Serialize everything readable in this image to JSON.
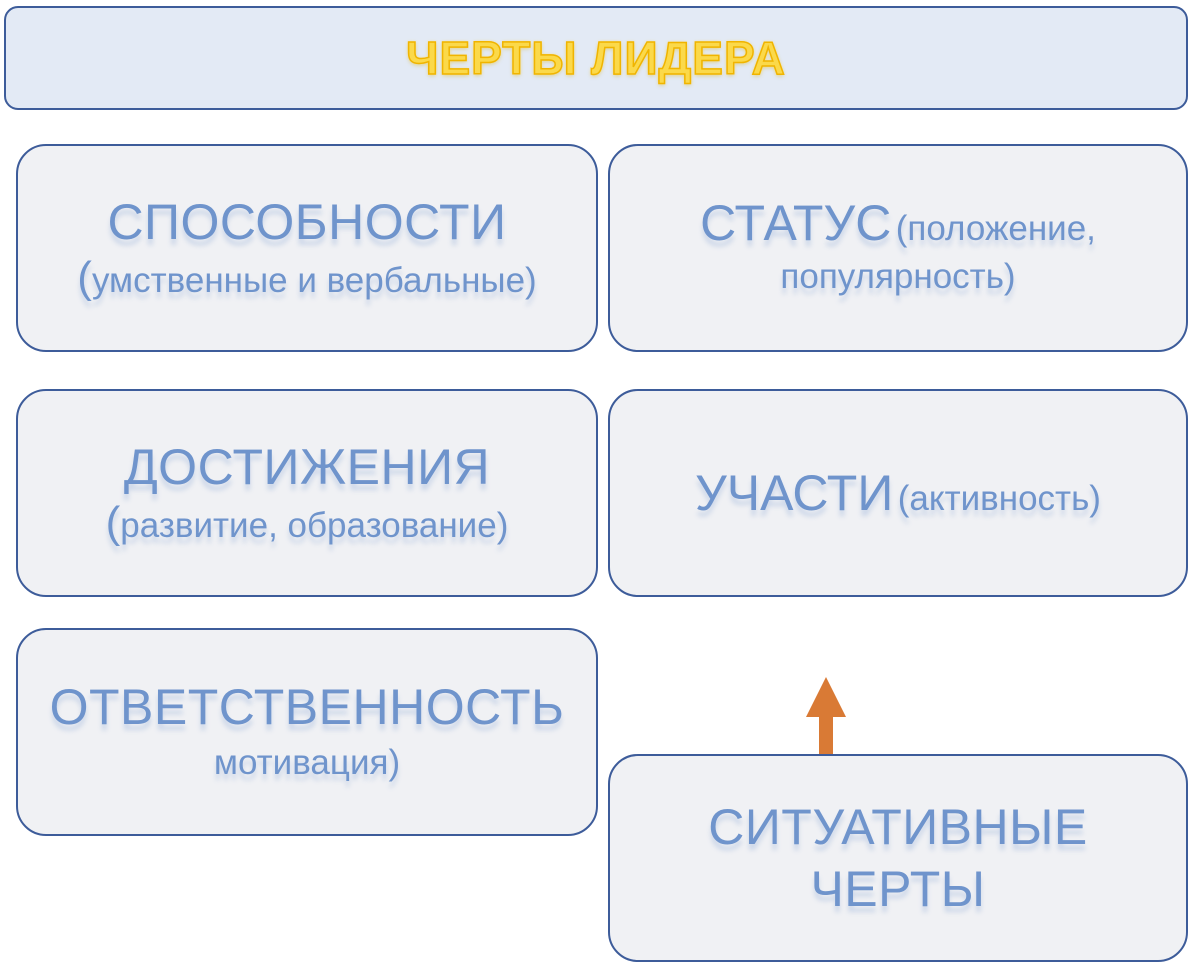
{
  "header": {
    "title": "ЧЕРТЫ ЛИДЕРА"
  },
  "boxes": [
    {
      "heading": "СПОСОБНОСТИ",
      "paren": "(",
      "detail": "умственные и вербальные)"
    },
    {
      "heading": "СТАТУС",
      "detail_line1": "(положение,",
      "detail_line2": "популярность)"
    },
    {
      "heading": "ДОСТИЖЕНИЯ",
      "paren": "(",
      "detail": "развитие, образование)"
    },
    {
      "heading": "УЧАСТИ",
      "detail": "(активность)"
    },
    {
      "heading": "ОТВЕТСТВЕННОСТЬ",
      "detail": "мотивация)"
    },
    {
      "line1": "СИТУАТИВНЫЕ",
      "line2": "ЧЕРТЫ"
    }
  ],
  "colors": {
    "header_fill": "#e3eaf5",
    "box_fill": "#f0f1f4",
    "border": "#3d5c9a",
    "text": "#6f94cc",
    "title": "#fbd94a",
    "arrow": "#d97a35"
  },
  "icons": {
    "arrow": "up-arrow-icon"
  }
}
